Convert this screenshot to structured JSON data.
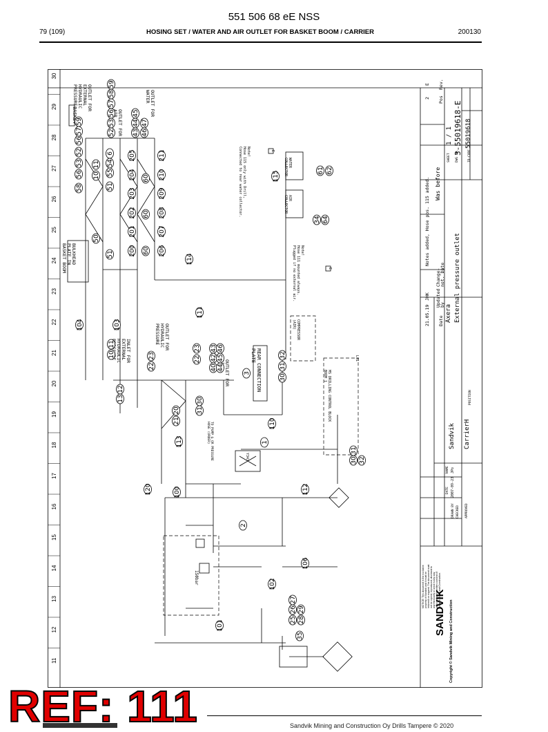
{
  "header": {
    "doc_title": "551 506 68 eE NSS",
    "page": "79 (109)",
    "section": "HOSING SET / WATER AND AIR OUTLET FOR BASKET BOOM / CARRIER",
    "date": "200130"
  },
  "grid": {
    "columns": [
      "11",
      "12",
      "13",
      "14",
      "15",
      "16",
      "17",
      "18",
      "19",
      "20",
      "21",
      "22",
      "23",
      "24",
      "25",
      "26",
      "27",
      "28",
      "29",
      "30"
    ]
  },
  "labels": {
    "basket": "BASKET",
    "bulkhead": [
      "BULKHEAD",
      "PLATE IN",
      "BASKET BOOM"
    ],
    "outlet_ext_hyd": [
      "OUTLET FOR",
      "EXTERNAL",
      "HYDRAULIC",
      "PRESSURE"
    ],
    "outlet_air_top": [
      "OUTLET FOR",
      "AIR"
    ],
    "outlet_water": [
      "OUTLET FOR",
      "WATER"
    ],
    "inlet_ext_hyd": [
      "INLET FOR",
      "EXTERNAL",
      "HYDRAULIC",
      "PRESSURE"
    ],
    "outlet_hyd": [
      "OUTLET FOR",
      "HYDRAULIC",
      "PRESSURE"
    ],
    "outlet_air_mid": [
      "OUTLET FOR",
      "AIR"
    ],
    "rear_plate": [
      "REAR CONNECTION",
      "PLATE"
    ],
    "compressor": [
      "COMPRESSOR",
      "(AIR)"
    ],
    "drilling_block": [
      "MS DRILLING CONTROL BLOCK",
      "BOOM 1"
    ],
    "water_collector": [
      "WATER",
      "COLLECTOR"
    ],
    "air_collector": [
      "AIR",
      "COLLECTOR"
    ],
    "note_water": [
      "Note!",
      "Hose 115 only with Drill,",
      "Connected to rear water collector."
    ],
    "note_air": [
      "Note!",
      "Hose 111 mounted always.",
      "Plugged if no external air."
    ],
    "pressure": "150bar",
    "pump_note": [
      "TO PUMP & OR PRESSURE",
      "HOSE (ORDER)"
    ],
    "valve_code": "Y343",
    "ls1": "LS1"
  },
  "callouts": {
    "c58": "58",
    "c56": "56",
    "c53": "53",
    "c52": "52",
    "c57": "57",
    "c59": "59",
    "c11": "11",
    "c10": "10",
    "c51": "51",
    "c55": "55",
    "c54": "54",
    "c6": "6",
    "c43": "43",
    "c44": "44",
    "c45": "45",
    "c46": "46",
    "c47": "47",
    "c50": "50",
    "c200": "200",
    "c201": "201",
    "c202": "202",
    "c203": "203",
    "c204": "204",
    "c205": "205",
    "c60": "60",
    "c206": "206",
    "c207": "207",
    "c208": "208",
    "c209": "209",
    "c210": "210",
    "c211": "211",
    "c114": "114",
    "c111": "111",
    "c115": "115",
    "c61": "61",
    "c62": "62",
    "c34": "34",
    "c64": "64",
    "c104": "104",
    "c103": "103",
    "c22": "22",
    "c23": "23",
    "c40": "40",
    "c42": "42",
    "c3": "3",
    "c30": "30",
    "c31": "31",
    "c32": "32",
    "c13": "13",
    "c12": "12",
    "c21": "21",
    "c20": "20",
    "c110": "110",
    "c113": "113",
    "c1": "1",
    "c120": "120",
    "c100": "100",
    "c112": "112",
    "c2": "2",
    "c106": "106",
    "c102": "102",
    "c101": "101",
    "c25": "25",
    "c26": "26",
    "c27": "27",
    "c28": "28",
    "c29": "29",
    "c35": "35"
  },
  "title_block": {
    "brand": "SANDVIK",
    "copyright": "Copyright © Sandvik Mining and Construction",
    "notice": [
      "NOTICE! This document is the exclusive",
      "property of Sandvik and it must be",
      "returned on request. The document must",
      "not be copied, reproduced, disclosed to",
      "any third party or used in any way",
      "without express written consent of",
      "Sandvik Mining and Construction."
    ],
    "date_hdr": "Date",
    "updated_hdr": [
      "Updated",
      "by"
    ],
    "change_hdr": [
      "Change-",
      "not. Date"
    ],
    "rev_date": "21.05.19",
    "rev_by": "JHK",
    "rev_text": "Notes added, Hose pos. 115 added.",
    "was_before": "Was before",
    "pos_hdr": "Pos",
    "rev_hdr": "Rev.",
    "pos_val": "2",
    "rev_val": "E",
    "product": "Axera",
    "drawing_title": "External pressure outlet",
    "company": "Sandvik",
    "carrier": "CarrierH",
    "position": "POSITION",
    "name_hdr": "NAME",
    "date_col": "DATE",
    "drawn_by": "DRAWN BY",
    "checked": "CHECKED",
    "approved": "APPROVED",
    "drawn_name": "JPo",
    "drawn_date": "2007-09-23",
    "sheet_lbl": "SHEET",
    "sheet_val": "1 / 1",
    "dwg_lbl": "DWG NO.",
    "dwg_no": "3-55019618-E",
    "id_lbl": "ID-CODE",
    "id_code": "55019618"
  },
  "ref_overlay": "REF: 111",
  "footer": "Sandvik Mining and Construction Oy Drills Tampere © 2020"
}
